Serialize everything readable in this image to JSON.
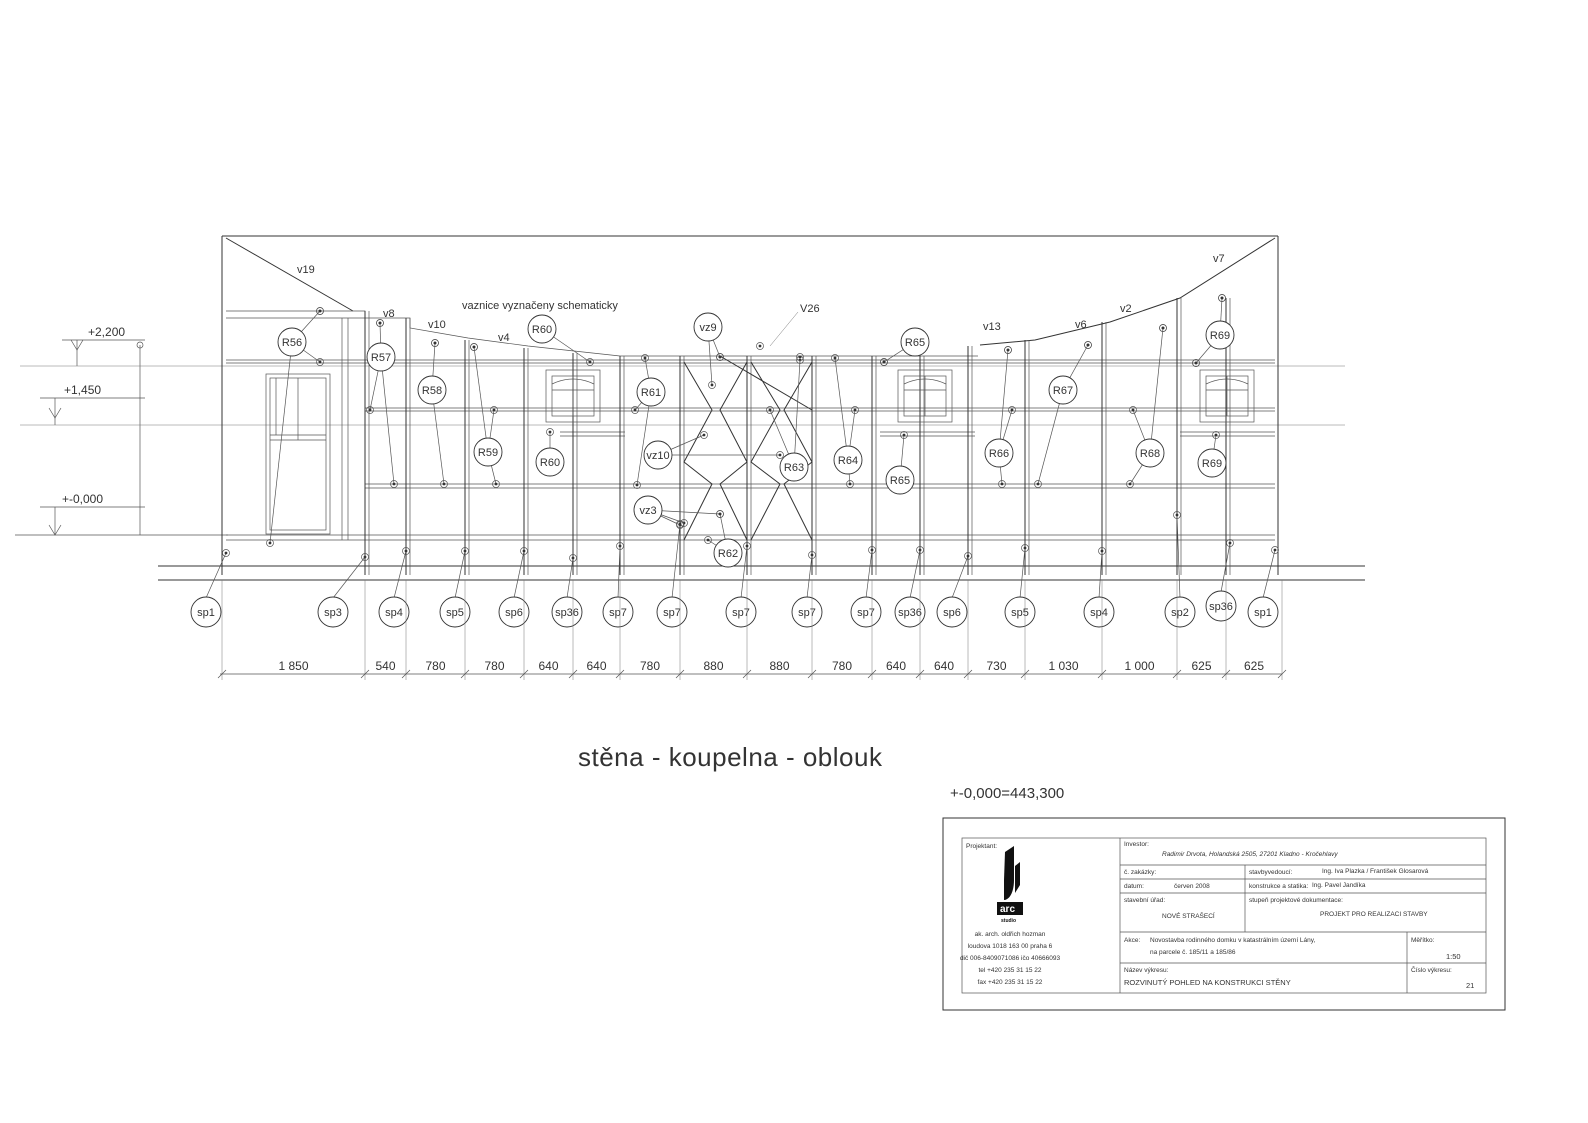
{
  "levels": [
    {
      "label": "+2,200",
      "elevation_mm": 2200
    },
    {
      "label": "+1,450",
      "elevation_mm": 1450
    },
    {
      "label": "+-0,000",
      "elevation_mm": 0
    }
  ],
  "segment_labels": [
    "v19",
    "v8",
    "v10",
    "v4",
    "V26",
    "v13",
    "v6",
    "v2",
    "v7"
  ],
  "annotation": "vaznice vyznačeny schematicky",
  "rafter_tags": [
    "R56",
    "R57",
    "R58",
    "R59",
    "R60",
    "R60",
    "R61",
    "vz9",
    "vz10",
    "vz3",
    "R62",
    "R63",
    "R64",
    "R65",
    "R65",
    "R66",
    "R67",
    "R68",
    "R69",
    "R69"
  ],
  "post_tags": [
    "sp1",
    "sp3",
    "sp4",
    "sp5",
    "sp6",
    "sp36",
    "sp7",
    "sp7",
    "sp7",
    "sp7",
    "sp7",
    "sp36",
    "sp6",
    "sp5",
    "sp4",
    "sp2",
    "sp36",
    "sp1"
  ],
  "dimensions": [
    "1 850",
    "540",
    "780",
    "780",
    "640",
    "640",
    "780",
    "880",
    "880",
    "780",
    "640",
    "640",
    "730",
    "1 030",
    "1 000",
    "625",
    "625"
  ],
  "drawing_title": "stěna - koupelna - oblouk",
  "datum_note": "+-0,000=443,300",
  "title_block": {
    "projektant_label": "Projektant:",
    "logo_text": "arc",
    "logo_sub": "studio",
    "address_lines": [
      "ak. arch. oldřich hozman",
      "loudova 1018 163 00 praha 6",
      "dič 006-8409071086 ičo 40666093",
      "tel +420 235 31 15 22",
      "fax +420 235 31 15 22"
    ],
    "investor_label": "Investor:",
    "investor_value": "Radimir Drvota, Holandská 2505, 27201 Kladno - Kročehlavy",
    "zakazka_label": "č. zakázky:",
    "hlavni_label": "stavbyvedoucí:",
    "hlavni_value": "Ing. Iva Plazka / František Glosarová",
    "datum_label": "datum:",
    "datum_value": "červen 2008",
    "konstrukce_label": "konstrukce a statika:",
    "konstrukce_value": "Ing. Pavel Jandíka",
    "urad_label": "stavební úřad:",
    "urad_value": "NOVÉ STRAŠECÍ",
    "stupen_label": "stupeň projektové dokumentace:",
    "stupen_value": "PROJEKT PRO REALIZACI STAVBY",
    "akce_label": "Akce:",
    "akce_value_1": "Novostavba rodinného domku v katastrálním území  Lány,",
    "akce_value_2": "na parcele č. 185/11 a 185/86",
    "meritko_label": "Měřítko:",
    "meritko_value": "1:50",
    "nazev_label": "Název výkresu:",
    "nazev_value": "ROZVINUTÝ POHLED NA KONSTRUKCI STĚNY",
    "cislo_label": "Číslo výkresu:",
    "cislo_value": "21"
  }
}
